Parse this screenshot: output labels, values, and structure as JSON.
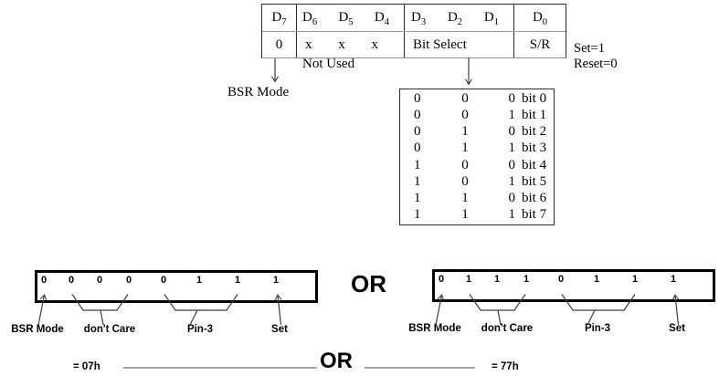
{
  "colors": {
    "ink": "#000000",
    "annotation_gray": "#3f3f3f",
    "rule_gray": "#808080"
  },
  "control_word": {
    "header_cells": [
      {
        "parts": [
          {
            "base": "D",
            "sub": "7"
          }
        ]
      },
      {
        "parts": [
          {
            "base": "D",
            "sub": "6"
          },
          {
            "base": "D",
            "sub": "5"
          },
          {
            "base": "D",
            "sub": "4"
          }
        ]
      },
      {
        "parts": [
          {
            "base": "D",
            "sub": "3"
          },
          {
            "base": "D",
            "sub": "2"
          },
          {
            "base": "D",
            "sub": "1"
          }
        ]
      },
      {
        "parts": [
          {
            "base": "D",
            "sub": "0"
          }
        ]
      }
    ],
    "value_cells": {
      "d7": "0",
      "unused": [
        "x",
        "x",
        "x"
      ],
      "bit_select": "Bit Select",
      "set_reset": "S/R"
    },
    "not_used_label": "Not Used",
    "bsr_mode_label": "BSR Mode",
    "set_legend": "Set=1",
    "reset_legend": "Reset=0"
  },
  "bit_select_table": {
    "rows": [
      {
        "d3": "0",
        "d2": "0",
        "d1": "0",
        "label": "bit 0"
      },
      {
        "d3": "0",
        "d2": "0",
        "d1": "1",
        "label": "bit 1"
      },
      {
        "d3": "0",
        "d2": "1",
        "d1": "0",
        "label": "bit 2"
      },
      {
        "d3": "0",
        "d2": "1",
        "d1": "1",
        "label": "bit 3"
      },
      {
        "d3": "1",
        "d2": "0",
        "d1": "0",
        "label": "bit 4"
      },
      {
        "d3": "1",
        "d2": "0",
        "d1": "1",
        "label": "bit 5"
      },
      {
        "d3": "1",
        "d2": "1",
        "d1": "0",
        "label": "bit 6"
      },
      {
        "d3": "1",
        "d2": "1",
        "d1": "1",
        "label": "bit 7"
      }
    ]
  },
  "or_top": "OR",
  "or_bottom": "OR",
  "example_left": {
    "bits": [
      "0",
      "0",
      "0",
      "0",
      "0",
      "1",
      "1",
      "1"
    ],
    "labels": {
      "bsr_mode": "BSR Mode",
      "dont_care": "don't Care",
      "pin": "Pin-3",
      "set": "Set"
    },
    "result": "= 07h"
  },
  "example_right": {
    "bits": [
      "0",
      "1",
      "1",
      "1",
      "0",
      "1",
      "1",
      "1"
    ],
    "labels": {
      "bsr_mode": "BSR Mode",
      "dont_care": "don't Care",
      "pin": "Pin-3",
      "set": "Set"
    },
    "result": "= 77h"
  }
}
